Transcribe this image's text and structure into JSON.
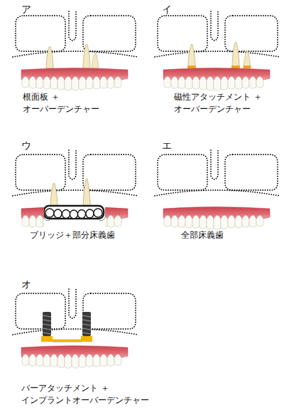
{
  "diagram": {
    "labels": [
      "ア",
      "根面板 ＋オーバーデンチャー",
      "イ",
      "磁性アタッチメント ＋オーバーデンチャー",
      "ウ",
      "ブリッジ＋部分床義歯",
      "エ",
      "全部床義歯",
      "オ",
      "バーアタッチメント ＋インプラントオーバーデンチャー"
    ]
  }
}
